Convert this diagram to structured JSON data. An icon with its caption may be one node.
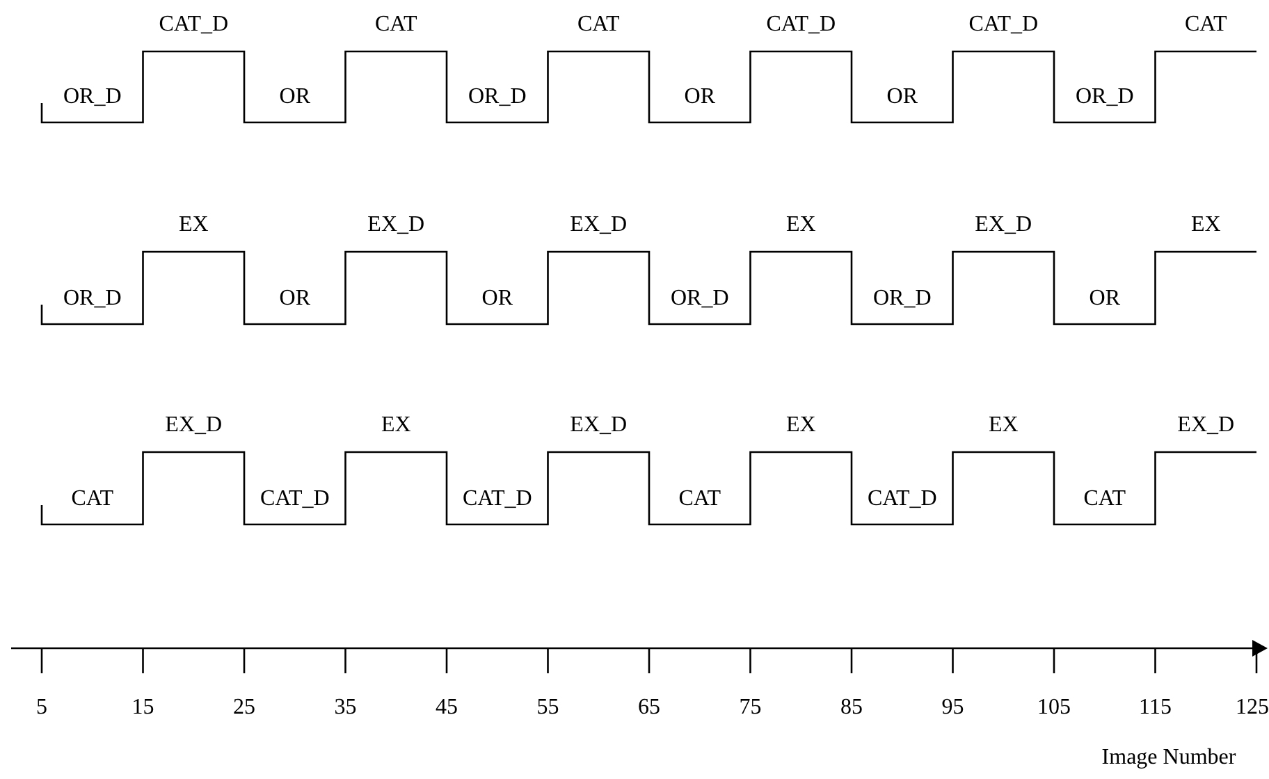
{
  "diagram": {
    "labels": [
      "CAT_D",
      "CAT",
      "CAT",
      "CAT_D",
      "CAT_D",
      "CAT",
      "OR_D",
      "OR",
      "OR_D",
      "OR",
      "OR",
      "OR_D",
      "EX",
      "EX_D",
      "EX_D",
      "EX",
      "EX_D",
      "EX",
      "OR_D",
      "OR",
      "OR",
      "OR_D",
      "OR_D",
      "OR",
      "EX_D",
      "EX",
      "EX_D",
      "EX",
      "EX",
      "EX_D",
      "CAT",
      "CAT_D",
      "CAT_D",
      "CAT",
      "CAT_D",
      "CAT",
      "5",
      "15",
      "25",
      "35",
      "45",
      "55",
      "65",
      "75",
      "85",
      "95",
      "105",
      "115",
      "125",
      "Image Number"
    ]
  }
}
